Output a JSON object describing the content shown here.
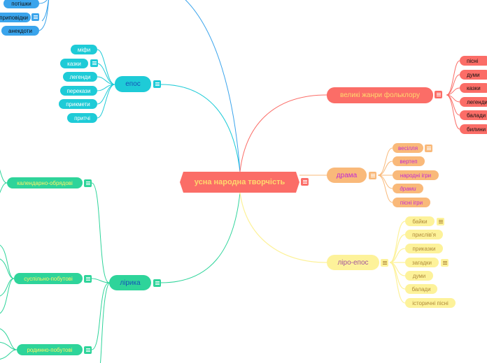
{
  "central": {
    "label": "усна народна творчість"
  },
  "branches": {
    "epos": {
      "label": "епос",
      "children": [
        "міфи",
        "казки",
        "легенди",
        "перекази",
        "прикмети",
        "притчі"
      ]
    },
    "lyrics": {
      "label": "лірика",
      "children": [
        "календарно-обрядові",
        "суспільно-побутові",
        "родинно-побутові"
      ]
    },
    "major_genres": {
      "label": "великі жанри фольклору",
      "children": [
        "пісні",
        "думи",
        "казки",
        "легенди",
        "балади",
        "билини"
      ]
    },
    "drama": {
      "label": "драма",
      "children": [
        "весілля",
        "вертеп",
        "народні ігри",
        "драми",
        "пісні ігри"
      ]
    },
    "lyro_epos": {
      "label": "ліро-епос",
      "children": [
        "байки",
        "прислів'я",
        "приказки",
        "загадки",
        "думи",
        "балади",
        "історичні пісні"
      ]
    },
    "small_genres_fragment": {
      "children": [
        "потішки",
        "приповідки",
        "анекдоти"
      ]
    }
  },
  "colors": {
    "central": "#fb6d67",
    "epos": "#1ecbd7",
    "lyrics": "#2ed49a",
    "major_genres": "#fb6d67",
    "drama": "#f9b97a",
    "lyro_epos": "#fdf29a",
    "small_genres": "#3aa4ec"
  },
  "icons": {
    "note": "notes-icon"
  }
}
